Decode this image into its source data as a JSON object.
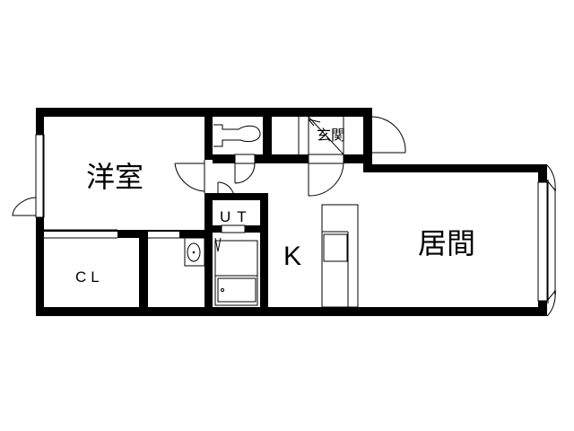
{
  "floor_plan": {
    "rooms": {
      "western_room": {
        "label": "洋室"
      },
      "closet": {
        "label": "CL"
      },
      "utility": {
        "label": "UT"
      },
      "kitchen": {
        "label": "K"
      },
      "living_room": {
        "label": "居間"
      },
      "entrance": {
        "label": "玄関"
      }
    },
    "colors": {
      "wall": "#000000",
      "background": "#ffffff",
      "line": "#000000",
      "window_glass": "#808080"
    }
  }
}
